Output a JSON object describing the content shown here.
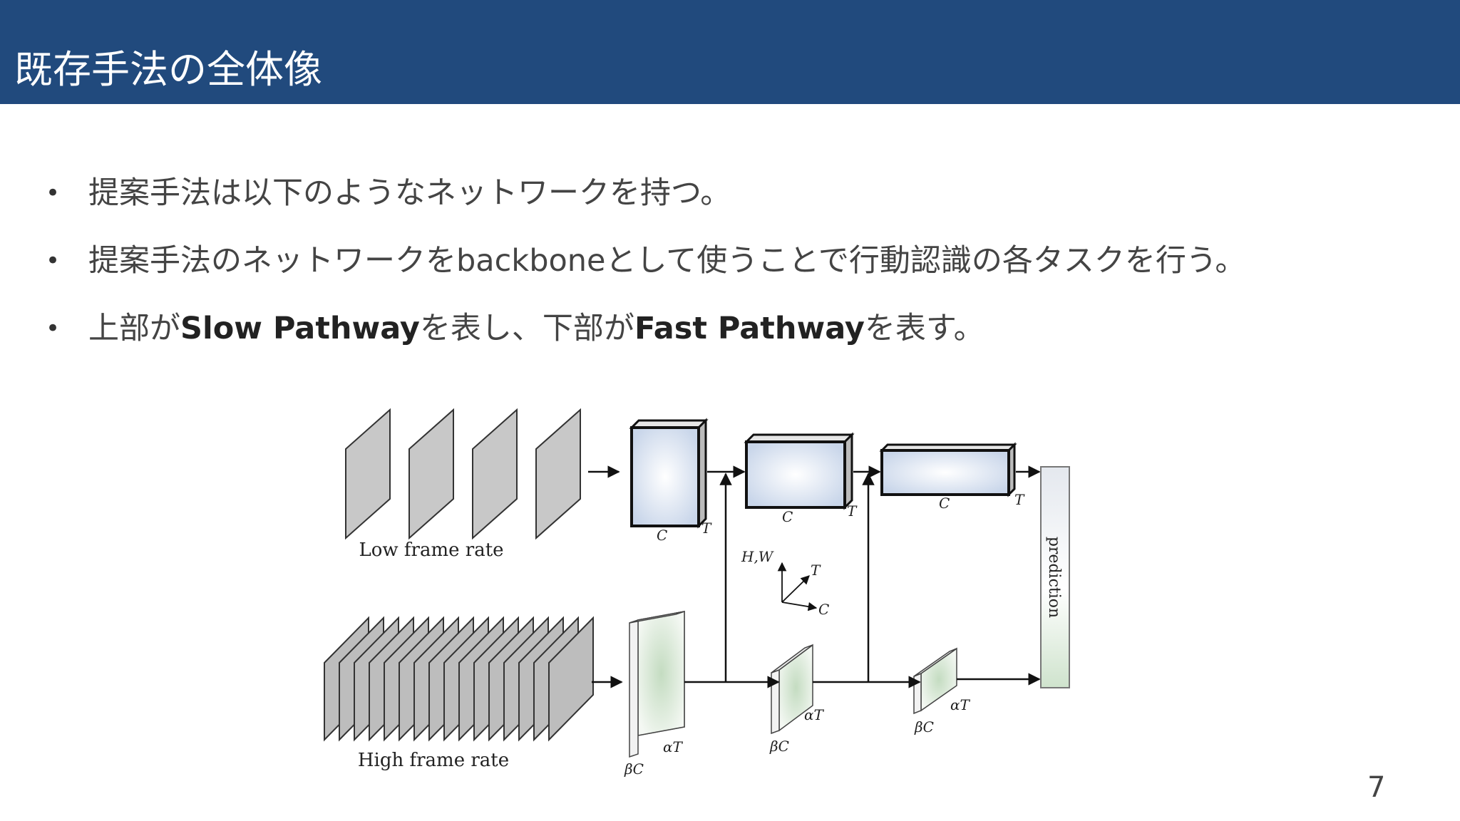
{
  "slide": {
    "title": "既存手法の全体像",
    "page_number": "7",
    "header_color": "#214a7d"
  },
  "bullets": [
    {
      "text": "提案手法は以下のようなネットワークを持つ。"
    },
    {
      "text": "提案手法のネットワークをbackboneとして使うことで行動認識の各タスクを行う。"
    },
    {
      "pre": "上部が",
      "bold1": "Slow Pathway",
      "mid": "を表し、下部が",
      "bold2": "Fast Pathway",
      "post": "を表す。"
    }
  ],
  "diagram": {
    "low_frame_rate_label": "Low frame rate",
    "high_frame_rate_label": "High frame rate",
    "slow_c_label": "C",
    "slow_t_label": "T",
    "fast_c_label": "βC",
    "fast_t_label": "αT",
    "axis_hw_label": "H,W",
    "axis_t_label": "T",
    "axis_c_label": "C",
    "prediction_label": "prediction",
    "slow_color": "#c9d6ea",
    "fast_color": "#cfe3cd"
  }
}
